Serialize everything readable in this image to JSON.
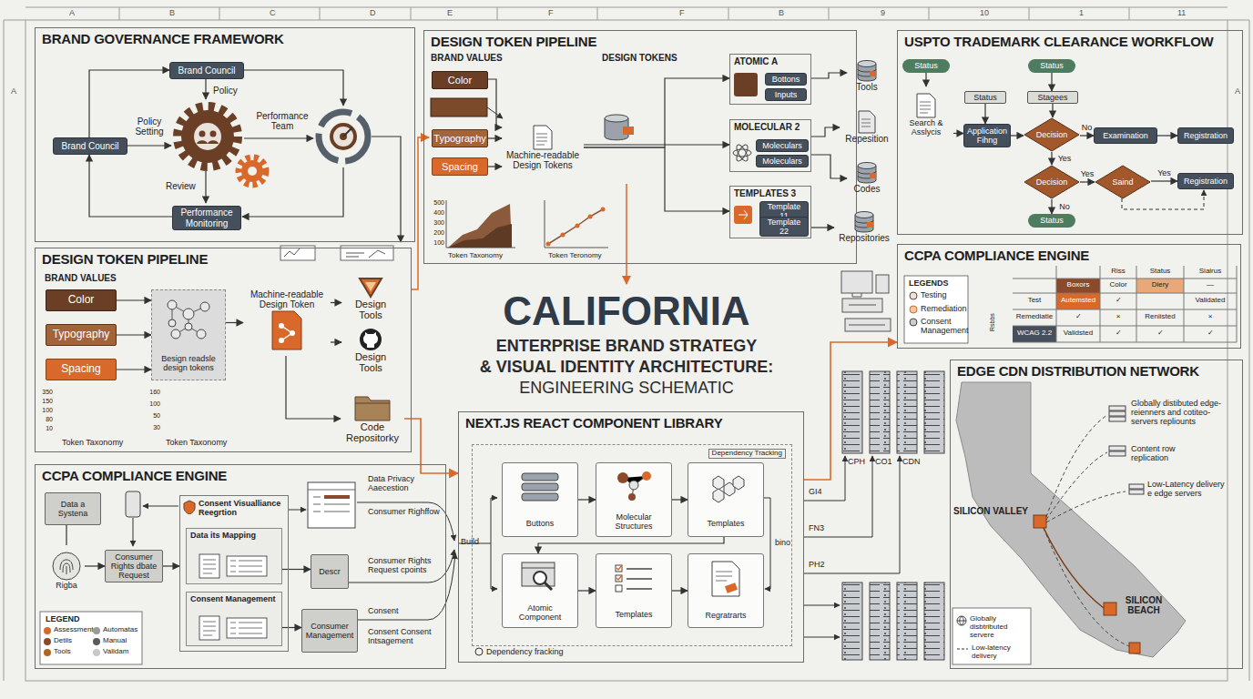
{
  "diagram": {
    "title": "CALIFORNIA",
    "nodes": [
      {
        "text": [
          "BRAND GOVERNANCE FRAMEWORK"
        ]
      },
      {
        "text": [
          "Brand Council"
        ],
        "in": 0
      },
      {
        "text": [
          "Brand Council"
        ],
        "in": 0
      },
      {
        "text": [
          "Performance Monitoring"
        ],
        "in": 0
      },
      {
        "text": [
          "DESIGN TOKEN PIPELINE"
        ]
      },
      {
        "text": [
          "Color"
        ],
        "in": 4
      },
      {
        "text": [
          "Typography"
        ],
        "in": 4
      },
      {
        "text": [
          "Spacing"
        ],
        "in": 4
      },
      {
        "text": [
          "Machine-readable Design Tokens"
        ],
        "in": 4
      },
      {
        "text": [
          "ATOMIC A"
        ],
        "in": 4
      },
      {
        "text": [
          "Bottons"
        ],
        "in": 9
      },
      {
        "text": [
          "Inputs"
        ],
        "in": 9
      },
      {
        "text": [
          "MOLECULAR 2"
        ],
        "in": 4
      },
      {
        "text": [
          "Moleculars"
        ],
        "in": 12
      },
      {
        "text": [
          "Moleculars"
        ],
        "in": 12
      },
      {
        "text": [
          "TEMPLATES 3"
        ],
        "in": 4
      },
      {
        "text": [
          "Template 11"
        ],
        "in": 15
      },
      {
        "text": [
          "Template 22"
        ],
        "in": 15
      },
      {
        "text": [
          "Tools"
        ]
      },
      {
        "text": [
          "Repesition"
        ]
      },
      {
        "text": [
          "Codes"
        ]
      },
      {
        "text": [
          "Repositories"
        ]
      },
      {
        "text": [
          "USPTO TRADEMARK CLEARANCE WORKFLOW"
        ]
      },
      {
        "text": [
          "Status"
        ],
        "in": 22
      },
      {
        "text": [
          "Search & Asslycis"
        ],
        "in": 22
      },
      {
        "text": [
          "Status"
        ],
        "in": 22
      },
      {
        "text": [
          "Application Fihng"
        ],
        "in": 22
      },
      {
        "text": [
          "Status"
        ],
        "in": 22
      },
      {
        "text": [
          "Stagees"
        ],
        "in": 22
      },
      {
        "text": [
          "Decision"
        ],
        "in": 22
      },
      {
        "text": [
          "Examination"
        ],
        "in": 22
      },
      {
        "text": [
          "Registration"
        ],
        "in": 22
      },
      {
        "text": [
          "Decision"
        ],
        "in": 22
      },
      {
        "text": [
          "Saind"
        ],
        "in": 22
      },
      {
        "text": [
          "Registration"
        ],
        "in": 22
      },
      {
        "text": [
          "Status"
        ],
        "in": 22
      },
      {
        "text": [
          "DESIGN TOKEN PIPELINE"
        ]
      },
      {
        "text": [
          "Color"
        ],
        "in": 36
      },
      {
        "text": [
          "Typography"
        ],
        "in": 36
      },
      {
        "text": [
          "Spacing"
        ],
        "in": 36
      },
      {
        "text": [
          "Besign readsle design tokens"
        ],
        "in": 36
      },
      {
        "text": [
          "Machine-readable Design Token"
        ],
        "in": 36
      },
      {
        "text": [
          "Design Tools"
        ],
        "in": 36
      },
      {
        "text": [
          "Design Tools"
        ],
        "in": 36
      },
      {
        "text": [
          "Code Repositorky"
        ]
      },
      {
        "text": [
          "CCPA COMPLIANCE ENGINE"
        ]
      },
      {
        "text": [
          "NEXT.JS REACT COMPONENT LIBRARY"
        ]
      },
      {
        "text": [
          "Dependency Tracking"
        ],
        "in": 46
      },
      {
        "text": [
          "Buttons"
        ],
        "in": 47
      },
      {
        "text": [
          "Molecular Structures"
        ],
        "in": 47
      },
      {
        "text": [
          "Templates"
        ],
        "in": 47
      },
      {
        "text": [
          "Atomic Component"
        ],
        "in": 47
      },
      {
        "text": [
          "Templates"
        ],
        "in": 47
      },
      {
        "text": [
          "Regratrarts"
        ],
        "in": 47
      },
      {
        "text": [
          "CCPA COMPLIANCE ENGINE"
        ]
      },
      {
        "text": [
          "Data a Systena"
        ],
        "in": 54
      },
      {
        "text": [
          "Rigba"
        ],
        "in": 54
      },
      {
        "text": [
          "Consumer Rights dbate Request"
        ],
        "in": 54
      },
      {
        "text": [
          "Consent Visualliance Reegrtion"
        ],
        "in": 54
      },
      {
        "text": [
          "Data its Mapping"
        ],
        "in": 58
      },
      {
        "text": [
          "Consent Management"
        ],
        "in": 58
      },
      {
        "text": [
          "Descr"
        ],
        "in": 54
      },
      {
        "text": [
          "Consumer Management"
        ],
        "in": 54
      },
      {
        "text": [
          "EDGE CDN DISTRIBUTION NETWORK"
        ]
      }
    ],
    "edges": [
      {
        "from": 2,
        "to": 1,
        "arrow": "to"
      },
      {
        "from": 3,
        "to": 2,
        "arrow": "to"
      },
      {
        "from": 5,
        "to": 8,
        "arrow": "to"
      },
      {
        "from": 6,
        "to": 8,
        "arrow": "to"
      },
      {
        "from": 7,
        "to": 8,
        "arrow": "to"
      },
      {
        "from": 8,
        "to": 9,
        "arrow": "to"
      },
      {
        "from": 8,
        "to": 12,
        "arrow": "to"
      },
      {
        "from": 8,
        "to": 15,
        "arrow": "to"
      },
      {
        "from": 9,
        "to": 18,
        "arrow": "to"
      },
      {
        "from": 12,
        "to": 19,
        "arrow": "to"
      },
      {
        "from": 12,
        "to": 20,
        "arrow": "to"
      },
      {
        "from": 15,
        "to": 21,
        "arrow": "to"
      },
      {
        "from": 23,
        "to": 24,
        "arrow": "to"
      },
      {
        "from": 24,
        "to": 26,
        "arrow": "to"
      },
      {
        "from": 25,
        "to": 26,
        "arrow": "to"
      },
      {
        "from": 27,
        "to": 28,
        "arrow": "to"
      },
      {
        "from": 28,
        "to": 29,
        "arrow": "to"
      },
      {
        "from": 26,
        "to": 29,
        "arrow": "to"
      },
      {
        "from": 29,
        "to": 30,
        "arrow": "to",
        "label": "No"
      },
      {
        "from": 30,
        "to": 31,
        "arrow": "to"
      },
      {
        "from": 29,
        "to": 32,
        "arrow": "to",
        "label": "Yes"
      },
      {
        "from": 32,
        "to": 33,
        "arrow": "to",
        "label": "Yes"
      },
      {
        "from": 33,
        "to": 34,
        "arrow": "to",
        "label": "Yes"
      },
      {
        "from": 32,
        "to": 35,
        "arrow": "to",
        "label": "No"
      },
      {
        "from": 37,
        "to": 40,
        "arrow": "to"
      },
      {
        "from": 38,
        "to": 40,
        "arrow": "to"
      },
      {
        "from": 39,
        "to": 40,
        "arrow": "to"
      },
      {
        "from": 40,
        "to": 41,
        "arrow": "to"
      },
      {
        "from": 41,
        "to": 42,
        "arrow": "to"
      },
      {
        "from": 41,
        "to": 43,
        "arrow": "to"
      },
      {
        "from": 41,
        "to": 44,
        "arrow": "to"
      },
      {
        "from": 44,
        "to": 46,
        "arrow": "to"
      },
      {
        "from": 46,
        "to": 45,
        "arrow": "to"
      },
      {
        "from": 48,
        "to": 49,
        "arrow": "to"
      },
      {
        "from": 49,
        "to": 50,
        "arrow": "to"
      },
      {
        "from": 51,
        "to": 52,
        "arrow": "to"
      },
      {
        "from": 52,
        "to": 53,
        "arrow": "to"
      },
      {
        "from": 50,
        "to": 51,
        "arrow": "to"
      },
      {
        "from": 55,
        "to": 56,
        "arrow": "none"
      },
      {
        "from": 56,
        "to": 57,
        "arrow": "to"
      },
      {
        "from": 57,
        "to": 58,
        "arrow": "to"
      },
      {
        "from": 59,
        "to": 61,
        "arrow": "to"
      },
      {
        "from": 60,
        "to": 62,
        "arrow": "to"
      }
    ],
    "labels": [
      "A",
      "B",
      "C",
      "D",
      "E",
      "F",
      "F",
      "B",
      "9",
      "10",
      "1",
      "11",
      "A",
      "A",
      "Policy",
      "Policy Setting",
      "Performance Team",
      "Review",
      "BRAND VALUES",
      "DESIGN TOKENS",
      "500",
      "400",
      "300",
      "200",
      "100",
      "Token Taxonomy",
      "Token Teronomy",
      "BRAND VALUES",
      "350",
      "150",
      "100",
      "80",
      "10",
      "160",
      "100",
      "50",
      "30",
      "Token Taxonomy",
      "Token Taxonomy",
      "ENTERPRISE BRAND STRATEGY",
      "& VISUAL IDENTITY ARCHITECTURE:",
      "ENGINEERING SCHEMATIC",
      "Riss",
      "Status",
      "Siairus",
      "Boxors",
      "Color",
      "Diery",
      "—",
      "Test",
      "Autemsted",
      "✓",
      "Validated",
      "Remediatie",
      "✓",
      "×",
      "Reniisted",
      "×",
      "WCAG 2.2",
      "Validsted",
      "✓",
      "✓",
      "✓",
      "Rsbbs",
      "LEGENDS",
      "Globally distibuted edge-reienners and cotiteo-servers repliounts",
      "Content row replication",
      "Low-Latency delivery e edge servers",
      "SILICON VALLEY",
      "SILICON BEACH",
      "Build",
      "bino",
      "Dependency fracking",
      "CPH",
      "CO1",
      "CDN",
      "GI4",
      "FN3",
      "PH2",
      "Data Privacy Aaecestion",
      "Consumer Righffow",
      "Consumer Rights Request cpoints",
      "Consent",
      "Consent Consent Intsagement",
      "LEGEND"
    ],
    "legend": [
      {
        "text": "Testing"
      },
      {
        "text": "Remediation"
      },
      {
        "text": "Consent Management"
      },
      {
        "text": "Globally disbtributed servere"
      },
      {
        "text": "Low-latency delivery"
      },
      {
        "text": "Assessment",
        "color": "#d9692a"
      },
      {
        "text": "Detils",
        "color": "#8b4a2b"
      },
      {
        "text": "Tools",
        "color": "#b5651d"
      },
      {
        "text": "Automatas",
        "color": "#9a9a9a"
      },
      {
        "text": "Manual",
        "color": "#5a5a5a"
      },
      {
        "text": "Validam",
        "color": "#c8c8c8"
      }
    ]
  }
}
